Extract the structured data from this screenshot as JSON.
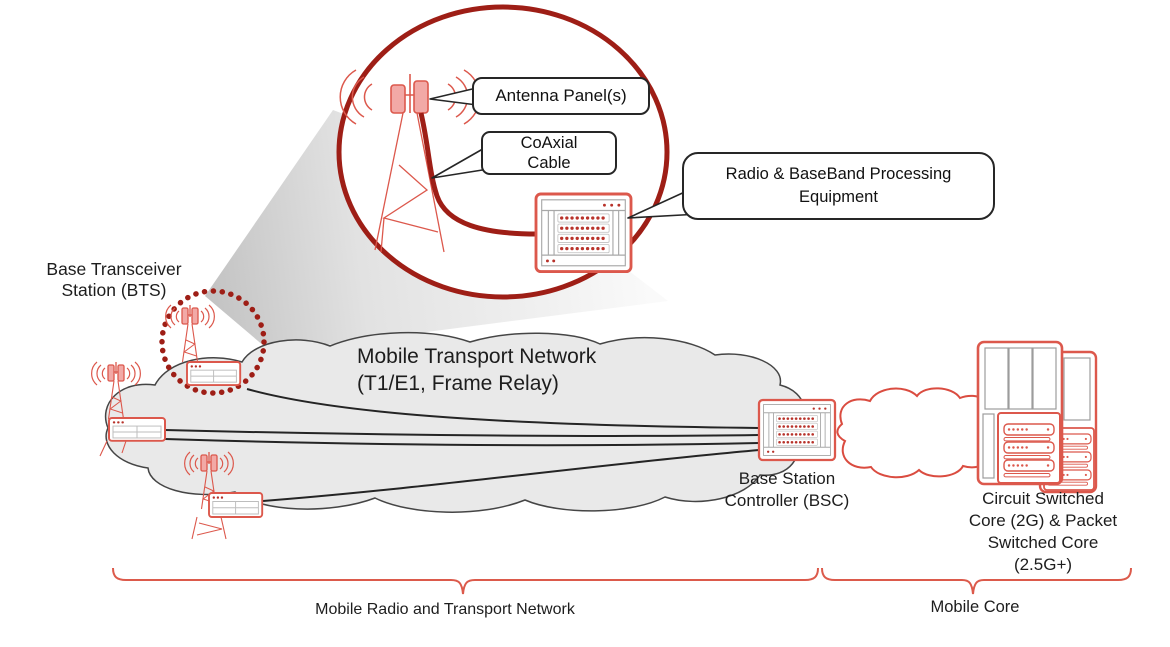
{
  "magnifier": {
    "antenna_label": "Antenna Panel(s)",
    "coax_label": "CoAxial\nCable",
    "radio_label": "Radio  & BaseBand Processing\nEquipment"
  },
  "bts": {
    "label": "Base Transceiver\nStation (BTS)"
  },
  "transport_cloud": {
    "label": "Mobile Transport Network\n(T1/E1, Frame Relay)"
  },
  "bsc": {
    "label": "Base Station\nController (BSC)"
  },
  "core": {
    "label": "Circuit Switched\nCore (2G) & Packet\nSwitched Core\n(2.5G+)"
  },
  "braces": {
    "left_label": "Mobile Radio and Transport Network",
    "right_label": "Mobile Core"
  },
  "colors": {
    "dark_red": "#9e1e16",
    "salmon": "#dc584c",
    "panel_pink": "#f2a9a6",
    "dot_red": "#b8322a",
    "cloud_fill": "#e9e9e9",
    "cloud_stroke": "#454545",
    "line_black": "#242424"
  }
}
